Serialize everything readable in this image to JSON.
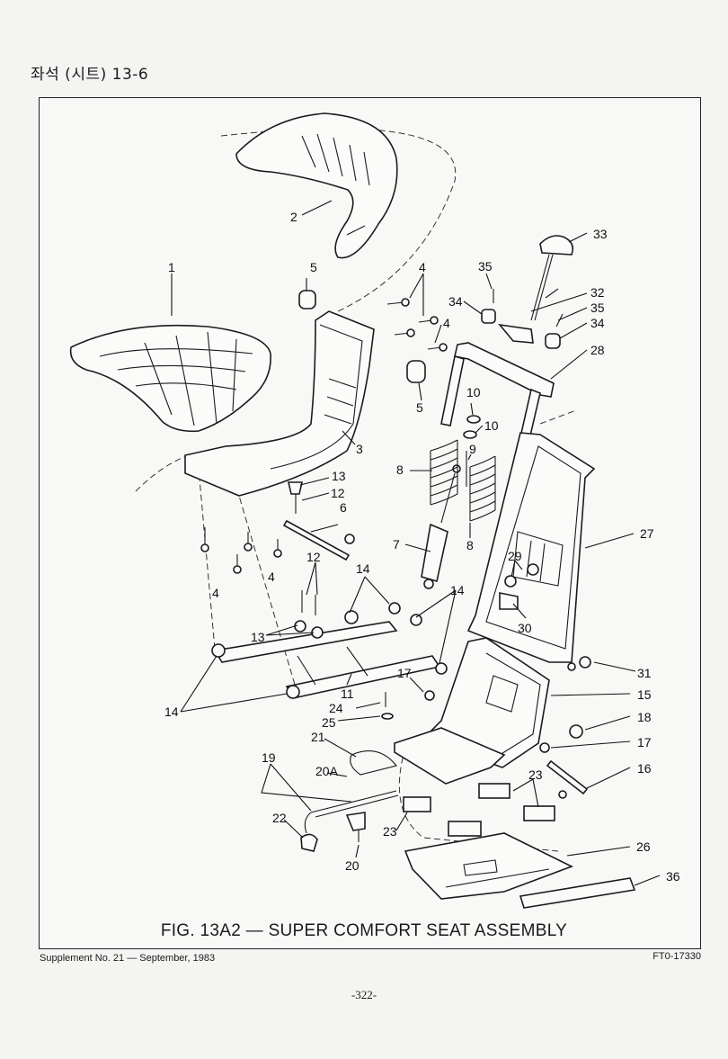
{
  "header": {
    "title": "좌석 (시트) 13-6"
  },
  "figure": {
    "caption": "FIG. 13A2 — SUPER COMFORT SEAT ASSEMBLY",
    "parts": {
      "p1": "1",
      "p2": "2",
      "p3": "3",
      "p4a": "4",
      "p4b": "4",
      "p4c": "4",
      "p4d": "4",
      "p5a": "5",
      "p5b": "5",
      "p6": "6",
      "p7": "7",
      "p8a": "8",
      "p8b": "8",
      "p9": "9",
      "p10a": "10",
      "p10b": "10",
      "p11": "11",
      "p12a": "12",
      "p12b": "12",
      "p13a": "13",
      "p13b": "13",
      "p14a": "14",
      "p14b": "14",
      "p14c": "14",
      "p15": "15",
      "p16": "16",
      "p17a": "17",
      "p17b": "17",
      "p18": "18",
      "p19": "19",
      "p20": "20",
      "p20a": "20A",
      "p21": "21",
      "p22": "22",
      "p23a": "23",
      "p23b": "23",
      "p24": "24",
      "p25": "25",
      "p26": "26",
      "p27": "27",
      "p28": "28",
      "p29": "29",
      "p30": "30",
      "p31": "31",
      "p32": "32",
      "p33": "33",
      "p34a": "34",
      "p34b": "34",
      "p35a": "35",
      "p35b": "35",
      "p36": "36"
    }
  },
  "footer": {
    "supplement": "Supplement No. 21 — September, 1983",
    "code": "FT0-17330",
    "page": "-322-"
  }
}
